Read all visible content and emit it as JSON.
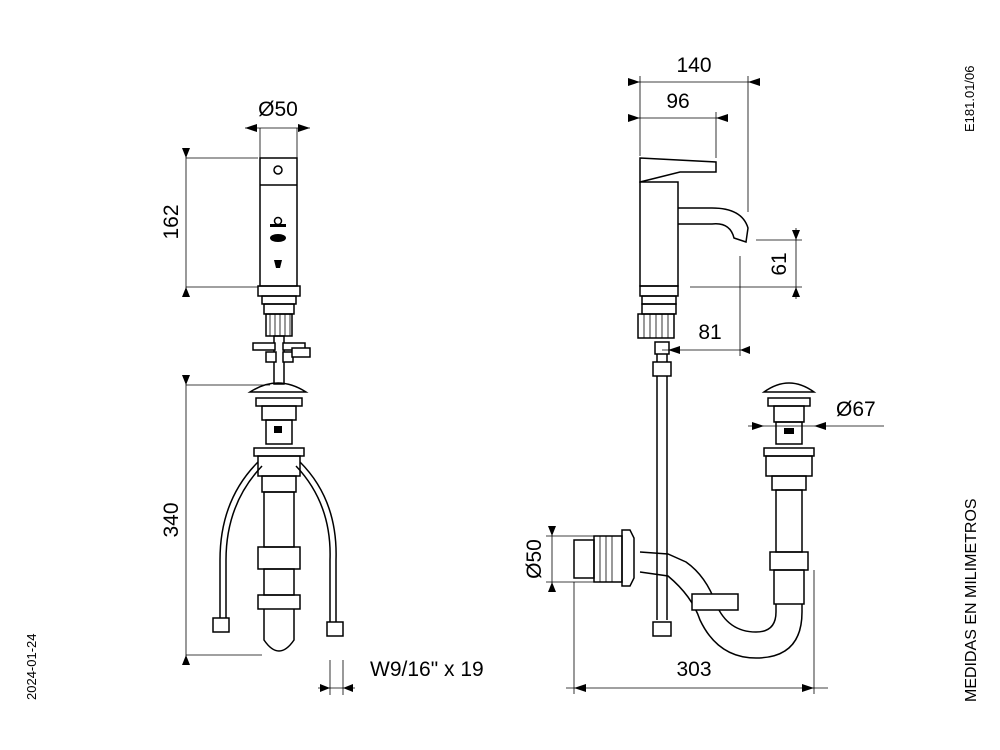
{
  "dimensions": {
    "left_diameter": "Ø50",
    "left_height_top": "162",
    "left_height_bottom": "340",
    "thread_spec": "W9/16\" x 19",
    "reach_total": "140",
    "reach_spout": "96",
    "spout_height": "61",
    "spout_offset": "81",
    "drain_diameter": "Ø67",
    "outlet_diameter": "Ø50",
    "overall_width": "303"
  },
  "labels": {
    "reference_code": "E181.01/06",
    "date": "2024-01-24",
    "units_note": "MEDIDAS EN MILIMETROS"
  },
  "colors": {
    "ink": "#000000",
    "paper": "#ffffff"
  }
}
